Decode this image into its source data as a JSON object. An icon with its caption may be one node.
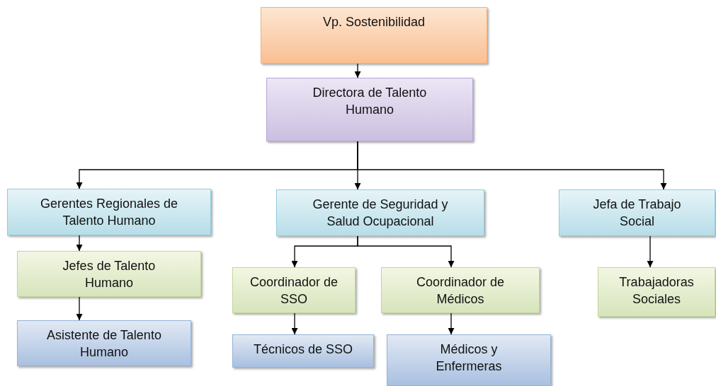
{
  "diagram": {
    "nodes": [
      {
        "text": [
          "Vp. Sostenibilidad"
        ]
      },
      {
        "text": [
          "Directora de Talento Humano"
        ]
      },
      {
        "text": [
          "Gerentes Regionales de Talento Humano"
        ]
      },
      {
        "text": [
          "Gerente de Seguridad y Salud Ocupacional"
        ]
      },
      {
        "text": [
          "Jefa de Trabajo Social"
        ]
      },
      {
        "text": [
          "Jefes de Talento Humano"
        ]
      },
      {
        "text": [
          "Asistente de Talento Humano"
        ]
      },
      {
        "text": [
          "Coordinador de SSO"
        ]
      },
      {
        "text": [
          "Coordinador de Médicos"
        ]
      },
      {
        "text": [
          "Técnicos de SSO"
        ]
      },
      {
        "text": [
          "Médicos y Enfermeras"
        ]
      },
      {
        "text": [
          "Trabajadoras Sociales"
        ]
      }
    ],
    "edges": [
      {
        "from": 0,
        "to": 1,
        "arrow": "to"
      },
      {
        "from": 1,
        "to": 2,
        "arrow": "to"
      },
      {
        "from": 1,
        "to": 3,
        "arrow": "to"
      },
      {
        "from": 1,
        "to": 4,
        "arrow": "to"
      },
      {
        "from": 2,
        "to": 5,
        "arrow": "to"
      },
      {
        "from": 5,
        "to": 6,
        "arrow": "to"
      },
      {
        "from": 3,
        "to": 7,
        "arrow": "to"
      },
      {
        "from": 3,
        "to": 8,
        "arrow": "to"
      },
      {
        "from": 7,
        "to": 9,
        "arrow": "to"
      },
      {
        "from": 8,
        "to": 10,
        "arrow": "to"
      },
      {
        "from": 4,
        "to": 11,
        "arrow": "to"
      }
    ]
  }
}
